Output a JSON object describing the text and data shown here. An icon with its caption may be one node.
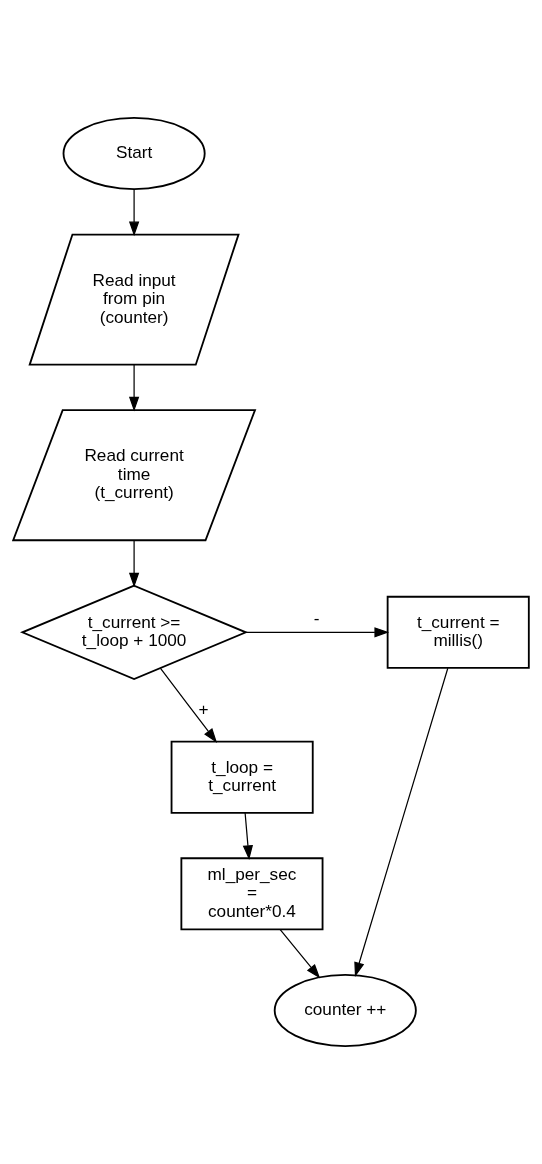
{
  "diagram": {
    "nodes": [
      {
        "text": [
          "Start"
        ]
      },
      {
        "text": [
          "Read input from pin (counter)"
        ]
      },
      {
        "text": [
          "Read current time (t_current)"
        ]
      },
      {
        "text": [
          "t_current >= t_loop + 1000"
        ]
      },
      {
        "text": [
          "t_current = millis()"
        ]
      },
      {
        "text": [
          "t_loop = t_current"
        ]
      },
      {
        "text": [
          "ml_per_sec = counter*0.4"
        ]
      },
      {
        "text": [
          "counter ++"
        ]
      }
    ],
    "edges": [
      {
        "from": 0,
        "to": 1,
        "arrow": "to"
      },
      {
        "from": 1,
        "to": 2,
        "arrow": "to"
      },
      {
        "from": 2,
        "to": 3,
        "arrow": "to"
      },
      {
        "from": 3,
        "to": 4,
        "arrow": "to",
        "label": "-"
      },
      {
        "from": 3,
        "to": 5,
        "arrow": "to",
        "label": "+"
      },
      {
        "from": 5,
        "to": 6,
        "arrow": "to"
      },
      {
        "from": 6,
        "to": 7,
        "arrow": "to"
      },
      {
        "from": 4,
        "to": 7,
        "arrow": "to"
      }
    ]
  }
}
